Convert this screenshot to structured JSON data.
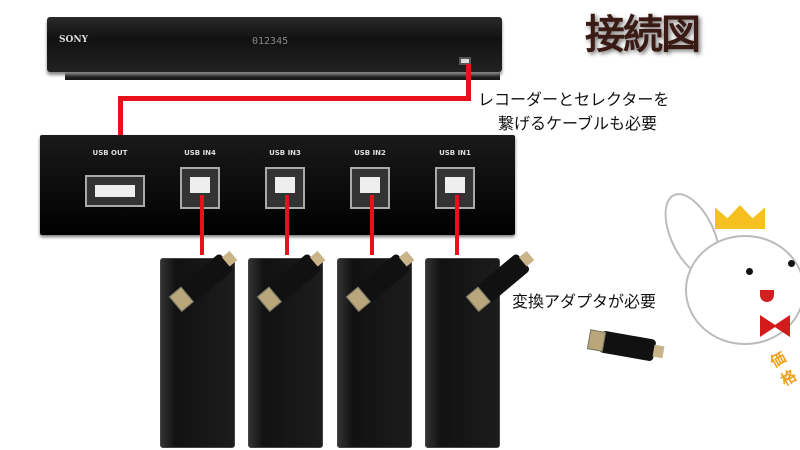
{
  "title": "接続図",
  "recorder": {
    "brand": "SONY",
    "display": "012345"
  },
  "selector": {
    "ports": [
      "USB OUT",
      "USB IN4",
      "USB IN3",
      "USB IN2",
      "USB IN1"
    ]
  },
  "annotations": {
    "cable_line1": "レコーダーとセレクターを",
    "cable_line2": "繋げるケーブルも必要",
    "adapter_note": "変換アダプタが必要",
    "badge": "価格"
  },
  "colors": {
    "cable": "#e8101a",
    "title": "#3a1a14"
  }
}
